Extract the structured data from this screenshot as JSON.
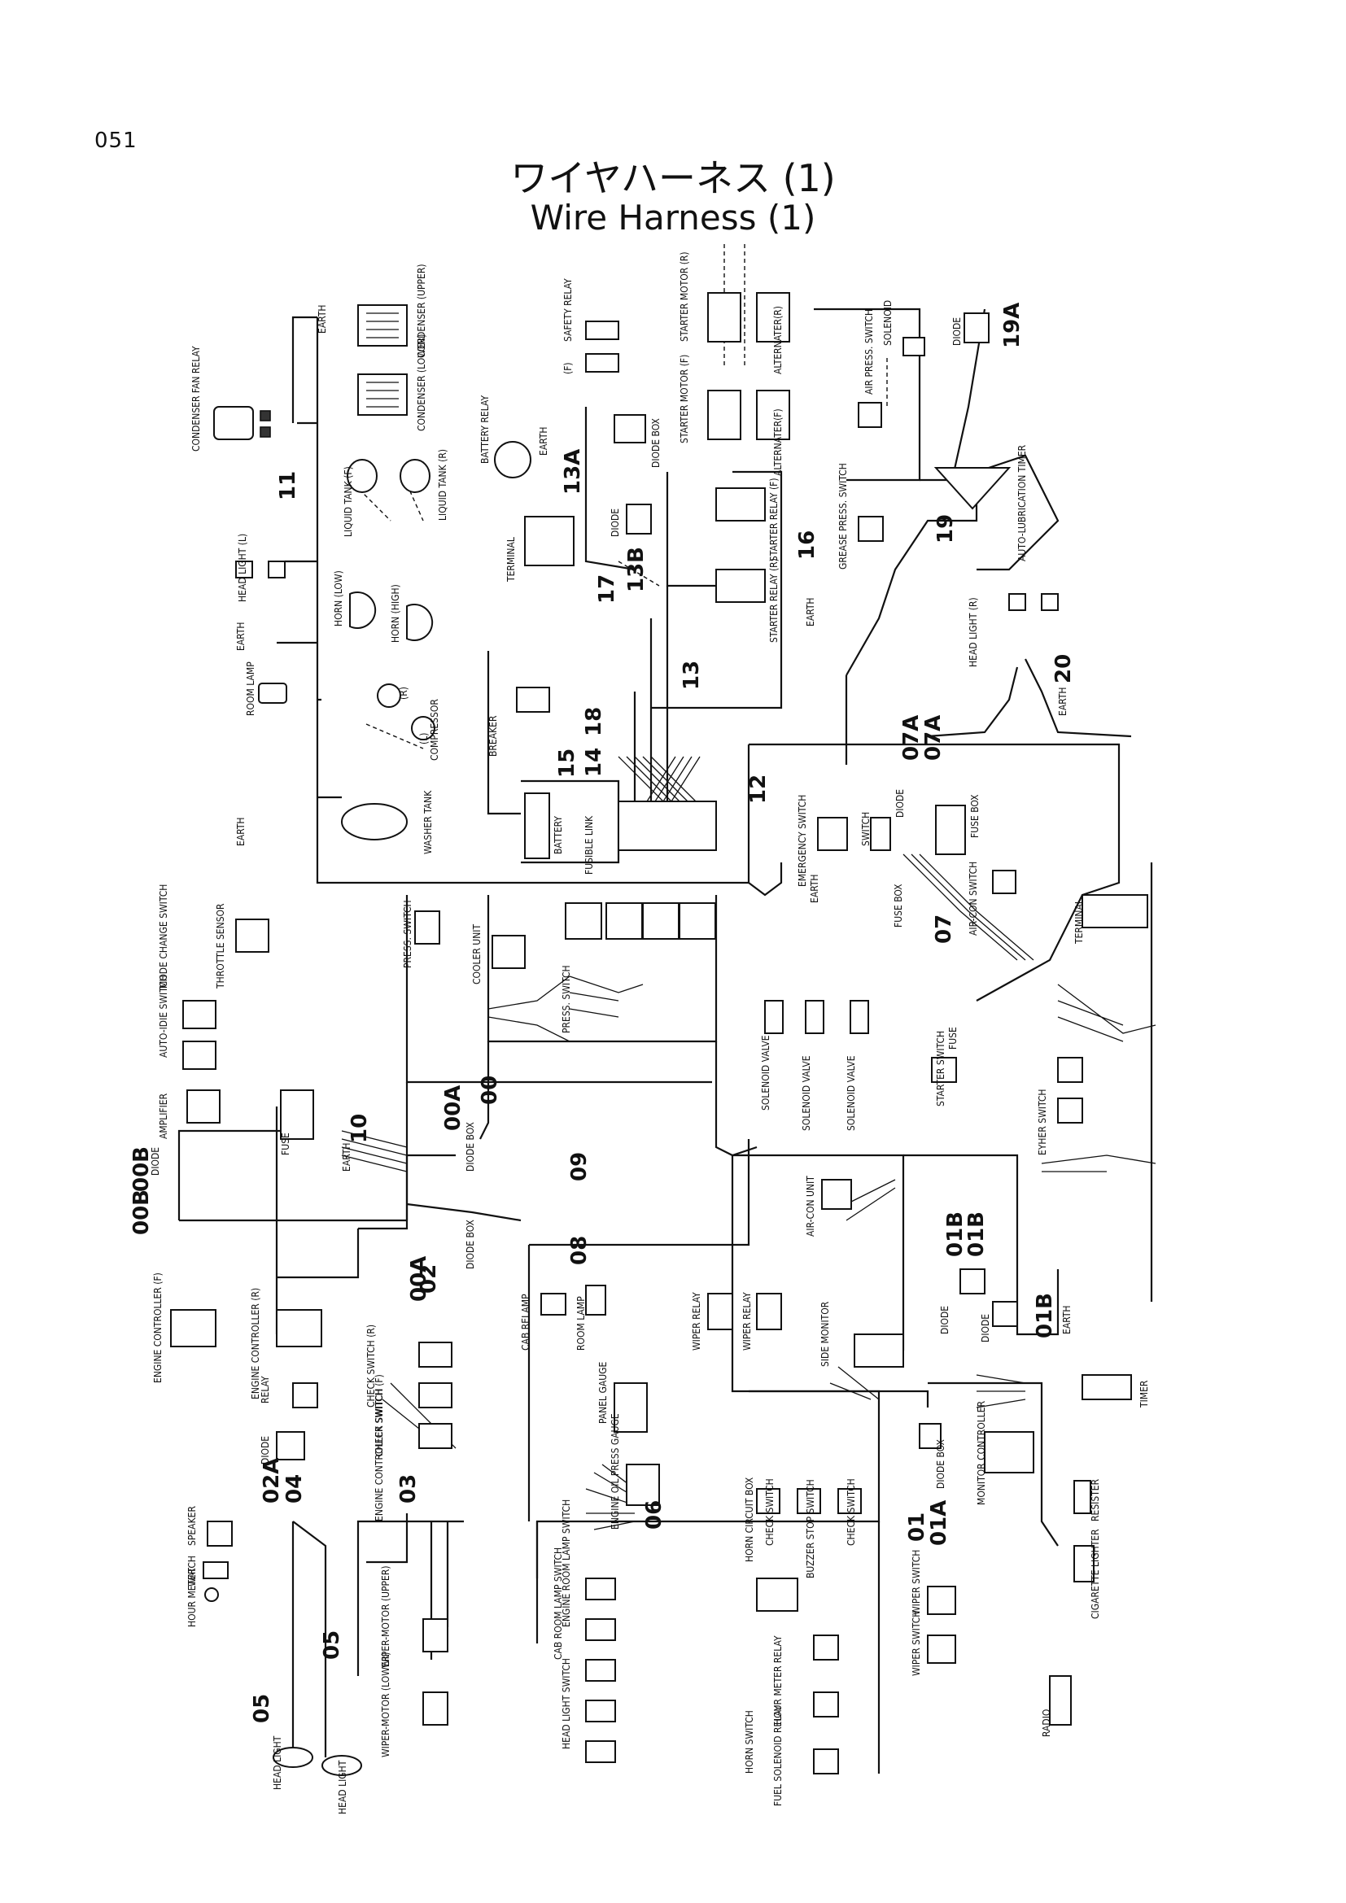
{
  "page_number": "051",
  "title_jp": "ワイヤハーネス (1)",
  "title_en": "Wire Harness (1)",
  "harness_codes": [
    "11",
    "13A",
    "13B",
    "13",
    "14",
    "15",
    "16",
    "17",
    "18",
    "19",
    "19A",
    "20",
    "12",
    "07",
    "07A",
    "00",
    "00A",
    "00B",
    "01",
    "01A",
    "01B",
    "02",
    "02A",
    "03",
    "04",
    "05",
    "06",
    "08",
    "09",
    "10"
  ],
  "component_labels": [
    "CONDENSER FAN RELAY",
    "EARTH",
    "CONDENSER (UPPER)",
    "CONDENSER (LOWER)",
    "LIQUID TANK (F)",
    "LIQUID TANK (R)",
    "HEAD LIGHT (L)",
    "HORN (LOW)",
    "HORN (HIGH)",
    "ROOM LAMP",
    "COMPRESSOR",
    "(R)",
    "(L)",
    "WASHER TANK",
    "BATTERY RELAY",
    "SAFETY RELAY",
    "(F)",
    "DIODE BOX",
    "TERMINAL",
    "DIODE",
    "BREAKER",
    "BATTERY",
    "FUSIBLE LINK",
    "STARTER MOTOR (R)",
    "STARTER MOTOR (F)",
    "ALTERNATER(R)",
    "ALTERNATER(F)",
    "STARTER RELAY (F)",
    "STARTER RELAY (R)",
    "SOLENOID",
    "AIR PRESS. SWITCH",
    "GREASE PRESS. SWITCH",
    "AUTO-LUBRICATION TIMER",
    "HEAD LIGHT (R)",
    "EMERGENCY SWITCH",
    "SWITCH",
    "FUSE BOX",
    "AIR-CON SWITCH",
    "MODE CHANGE SWITCH",
    "THROTTLE SENSOR",
    "PRESS. SWITCH",
    "COOLER UNIT",
    "AUTO-IDIE SWITCH",
    "AMPLIFIER",
    "FUSE",
    "SOLENOID VALVE",
    "STARTER SWITCH",
    "EYHER SWITCH",
    "ENGINE CONTROLLER (F)",
    "ENGINE CONTROLLER (R)",
    "CHECK SWITCH (R)",
    "CHECK SWITCH (F)",
    "ENGINE CONTROLLER SWITCH",
    "RELAY",
    "CAB RELAMP",
    "AIR-CON UNIT",
    "WIPER RELAY",
    "PANEL GAUGE",
    "SIDE MONITOR",
    "TIMER",
    "MONITOR CONTROLLER",
    "ENGINE OIL PRESS GAUGE",
    "CHECK SWITCH",
    "BUZZER STOP SWITCH",
    "HORN CIRCUIT BOX",
    "RESISTER",
    "CIGARETTE LIGHTER",
    "WIPER SWITCH",
    "SPEAKER",
    "WATCH",
    "HOUR METER",
    "HEAD LIGHT",
    "WIPER-MOTOR (UPPER)",
    "WIPER-MOTOR (LOWER)",
    "ENGINE ROOM LAMP SWITCH",
    "CAB ROOM LAMP SWITCH",
    "HEAD LIGHT SWITCH",
    "HORN SWITCH",
    "FUEL SOLENOID RELAY",
    "HOUR METER RELAY",
    "RADIO"
  ]
}
